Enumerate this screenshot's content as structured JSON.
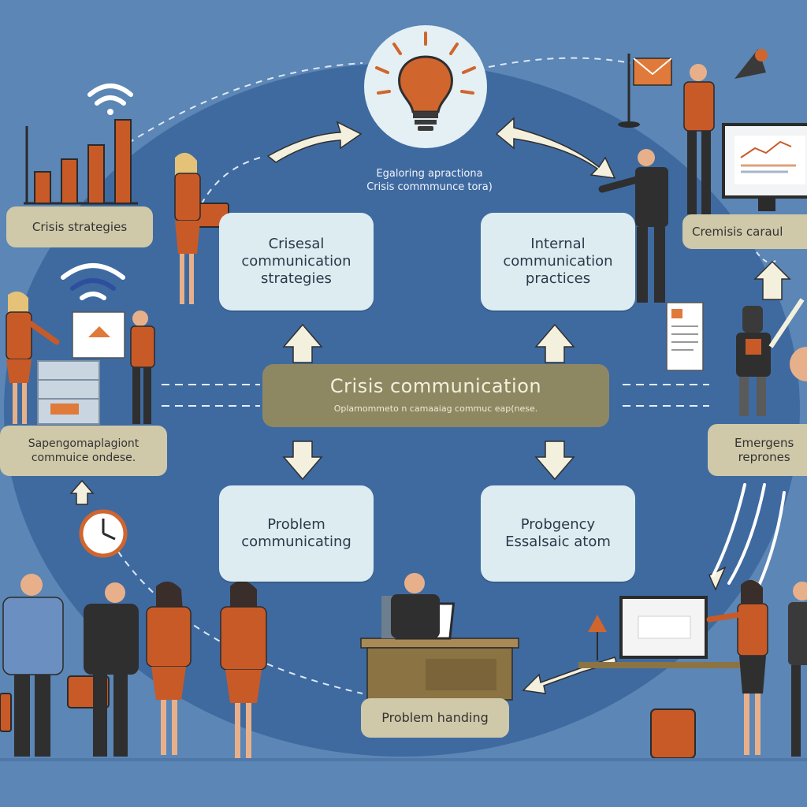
{
  "center": {
    "title": "Crisis communication",
    "subtitle": "Oplamommeto n camaaiag commuc eap(nese."
  },
  "caption": {
    "line1": "Egaloring apractiona",
    "line2": "Crisis commmunce tora)"
  },
  "boxes": {
    "top_left": "Crisesal\ncommunication\nstrategies",
    "top_right": "Internal\ncommunication\npractices",
    "bottom_left": "Problem\ncommunicating",
    "bottom_right": "Probgency\nEssalsaic atom"
  },
  "tags": {
    "crisis_strategies": "Crisis strategies",
    "left_mid": "Sapengomaplagiont\ncommuice ondese.",
    "top_right": "Cremisis caraul",
    "emergency": "Emergens\nreprones",
    "problem_handling": "Problem handing"
  },
  "colors": {
    "background": "#5b86b5",
    "ellipse": "#3f6aa0",
    "box_fill": "#dcecf0",
    "tag_fill": "#cfc9a9",
    "center_fill": "#8e8862",
    "accent_orange": "#d0652e"
  }
}
